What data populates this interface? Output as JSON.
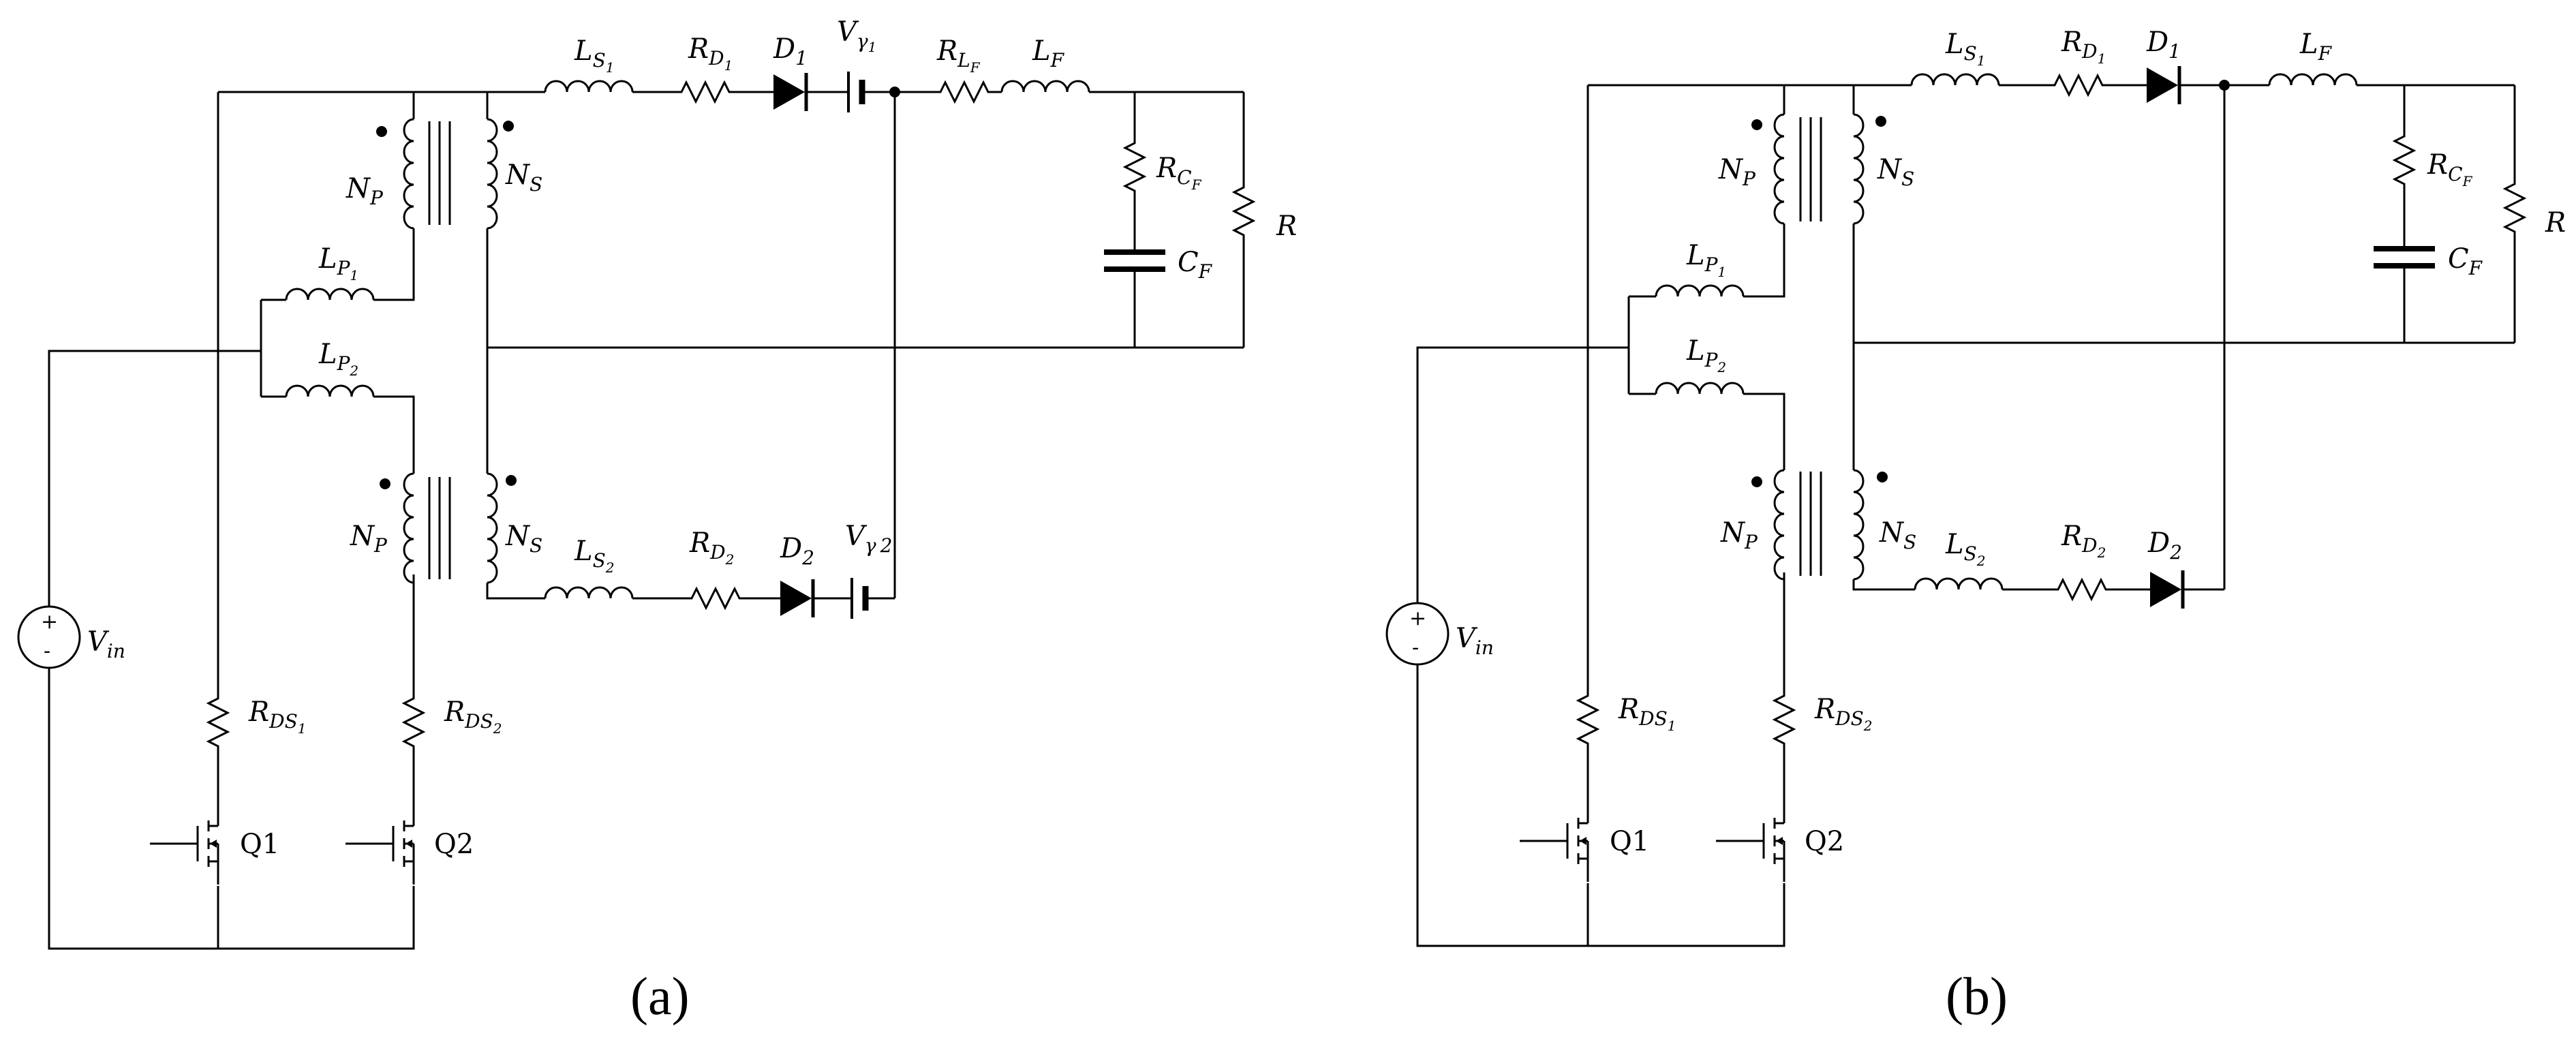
{
  "diagram": {
    "caption_a": "(a)",
    "caption_b": "(b)",
    "label_NP": "N",
    "label_NP_sub": "P",
    "label_NS": "N",
    "label_NS_sub": "S",
    "label_LS1": "L",
    "label_LS1_sub": "S",
    "label_LS1_subsub": "1",
    "label_LS2": "L",
    "label_LS2_sub": "S",
    "label_LS2_subsub": "2",
    "label_RD1": "R",
    "label_RD1_sub": "D",
    "label_RD1_subsub": "1",
    "label_RD2": "R",
    "label_RD2_sub": "D",
    "label_RD2_subsub": "2",
    "label_D1": "D",
    "label_D1_sub": "1",
    "label_D2": "D",
    "label_D2_sub": "2",
    "label_Vg1": "V",
    "label_Vg1_sub": "γ",
    "label_Vg1_subsub": "1",
    "label_Vg2": "V",
    "label_Vg2_sub": "γ",
    "label_Vg2_sub2": "2",
    "label_RLF": "R",
    "label_RLF_sub": "L",
    "label_RLF_subsub": "F",
    "label_LF": "L",
    "label_LF_sub": "F",
    "label_RCF": "R",
    "label_RCF_sub": "C",
    "label_RCF_subsub": "F",
    "label_CF": "C",
    "label_CF_sub": "F",
    "label_R": "R",
    "label_LP1": "L",
    "label_LP1_sub": "P",
    "label_LP1_subsub": "1",
    "label_LP2": "L",
    "label_LP2_sub": "P",
    "label_LP2_subsub": "2",
    "label_Vin": "V",
    "label_Vin_sub": "in",
    "plus": "+",
    "minus": "-",
    "label_RDS1": "R",
    "label_RDS1_sub": "DS",
    "label_RDS1_subsub": "1",
    "label_RDS2": "R",
    "label_RDS2_sub": "DS",
    "label_RDS2_subsub": "2",
    "label_Q1": "Q1",
    "label_Q2": "Q2"
  }
}
